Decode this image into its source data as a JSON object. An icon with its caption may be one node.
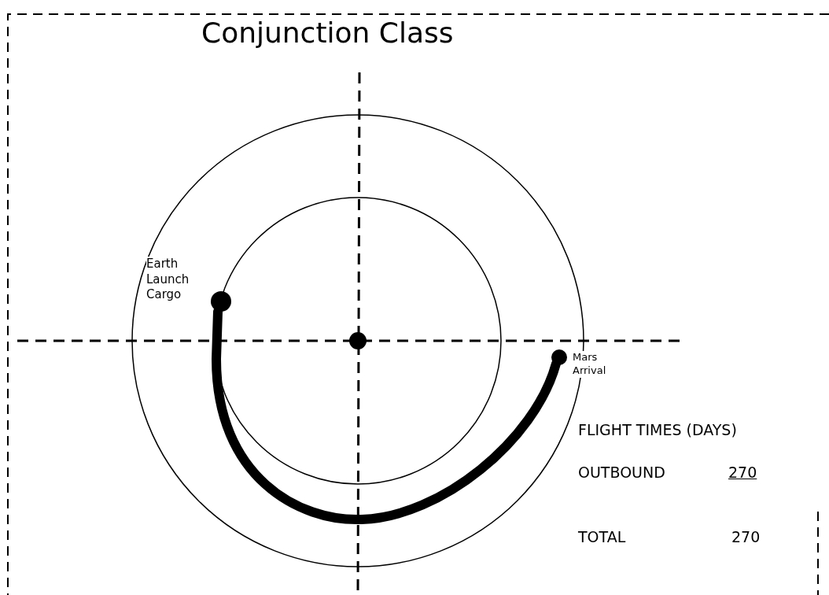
{
  "diagram": {
    "title": "Conjunction Class",
    "nodes": [
      {
        "text": [],
        "shape": "circle",
        "beside": [
          "Earth Launch Cargo"
        ]
      },
      {
        "text": [],
        "shape": "circle",
        "beside": [
          "Mars Arrival"
        ]
      }
    ],
    "edges": [
      {
        "from": 0,
        "to": 1,
        "arrow": "none"
      }
    ],
    "labels": [
      "FLIGHT TIMES (DAYS)",
      "OUTBOUND",
      "270",
      "TOTAL",
      "270"
    ]
  }
}
